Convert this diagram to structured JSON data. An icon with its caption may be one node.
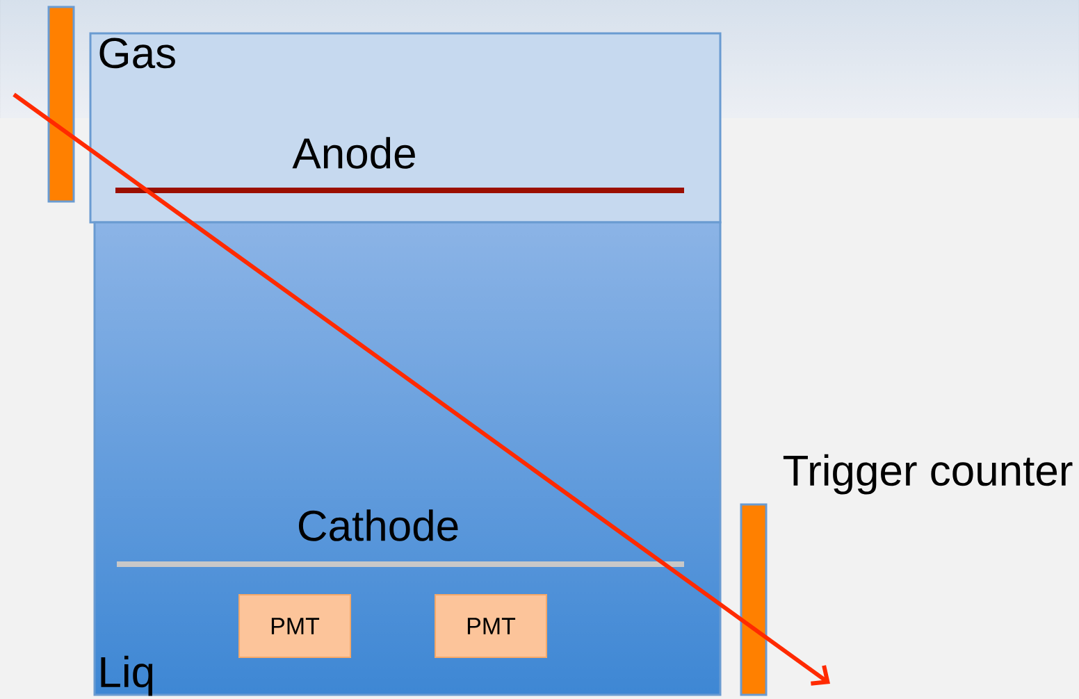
{
  "diagram": {
    "nodes": [
      {
        "text": [],
        "shape": "bar"
      },
      {
        "text": [
          "Gas"
        ]
      },
      {
        "text": [
          "Liq"
        ]
      },
      {
        "text": [
          "PMT"
        ],
        "in": 2
      },
      {
        "text": [
          "PMT"
        ],
        "in": 2
      },
      {
        "text": [
          "Trigger counter"
        ]
      }
    ],
    "labels": [
      "Anode",
      "Cathode"
    ]
  }
}
